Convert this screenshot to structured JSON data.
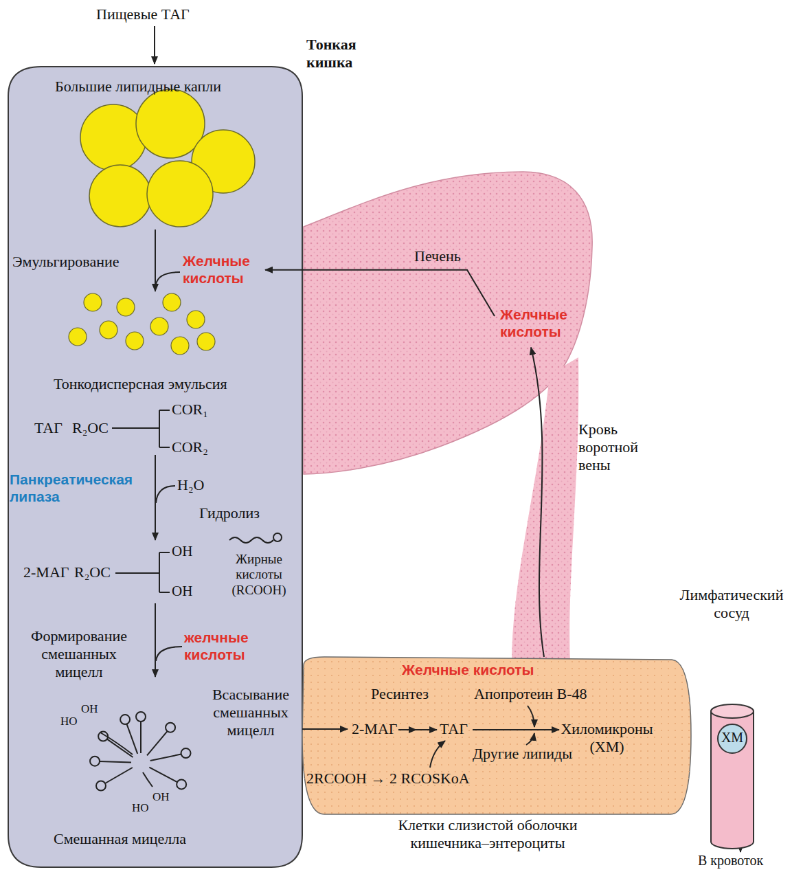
{
  "diagram": {
    "nodes": [
      {
        "text": [
          "Тонкая кишка",
          "Большие липидные капли",
          "Эмульгирование",
          "Желчные кислоты",
          "Тонкодисперсная эмульсия",
          "ТАГ",
          "R₂OC",
          "COR₁",
          "COR₂",
          "Панкреатическая липаза",
          "H₂O",
          "Гидролиз",
          "2-МАГ",
          "R₂OC",
          "OH",
          "OH",
          "Жирные кислоты (RCOOH)",
          "Формирование смешанных мицелл",
          "желчные кислоты",
          "HO",
          "OH",
          "HO",
          "OH",
          "Смешанная мицелла"
        ]
      },
      {
        "text": [
          "Печень",
          "Желчные кислоты"
        ]
      },
      {
        "text": [
          "Желчные кислоты",
          "Ресинтез",
          "Апопротеин В-48",
          "2-МАГ",
          "ТАГ",
          "Хиломикроны (ХМ)",
          "Другие липиды",
          "2RCOOH → 2 RCOSKoA",
          "Клетки слизистой оболочки кишечника–энтероциты"
        ]
      },
      {
        "text": [
          "Лимфатический сосуд"
        ]
      },
      {
        "text": [
          "ХМ"
        ],
        "in": 3
      }
    ],
    "edges": [
      {
        "from": 1,
        "to": 0,
        "arrow": "to"
      },
      {
        "from": 2,
        "to": 1,
        "label": "Кровь воротной вены",
        "arrow": "to"
      },
      {
        "from": 0,
        "to": 2,
        "label": "Всасывание смешанных мицелл",
        "arrow": "to"
      }
    ],
    "labels": [
      "Пищевые ТАГ",
      "В кровоток"
    ]
  }
}
